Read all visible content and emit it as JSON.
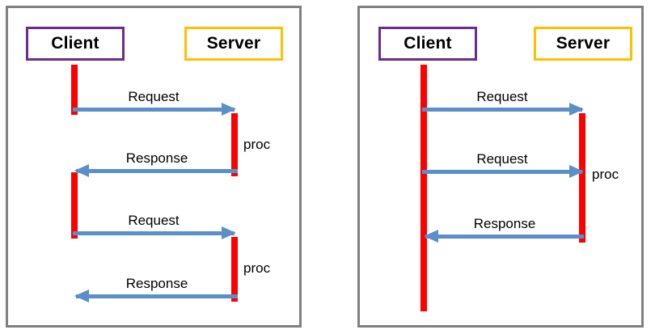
{
  "figure": {
    "type": "sequence-diagram-pair",
    "colors": {
      "panel_border": "#808080",
      "client_box_border": "#6A2C90",
      "server_box_border": "#FFC000",
      "lifeline_activation": "#FF0000",
      "message_arrow": "#5B8FC9",
      "background": "#FFFFFF",
      "text": "#000000"
    }
  },
  "panels": [
    {
      "id": "left",
      "participants": {
        "client": "Client",
        "server": "Server"
      },
      "messages": [
        {
          "label": "Request",
          "direction": "to-right"
        },
        {
          "label": "Response",
          "direction": "to-left"
        },
        {
          "label": "Request",
          "direction": "to-right"
        },
        {
          "label": "Response",
          "direction": "to-left"
        }
      ],
      "annotations": [
        {
          "label": "proc"
        },
        {
          "label": "proc"
        }
      ]
    },
    {
      "id": "right",
      "participants": {
        "client": "Client",
        "server": "Server"
      },
      "messages": [
        {
          "label": "Request",
          "direction": "to-right"
        },
        {
          "label": "Request",
          "direction": "to-right"
        },
        {
          "label": "Response",
          "direction": "to-left"
        }
      ],
      "annotations": [
        {
          "label": "proc"
        }
      ]
    }
  ]
}
